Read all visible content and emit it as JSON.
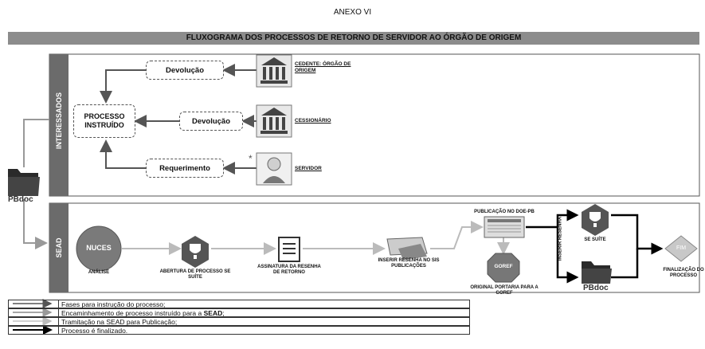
{
  "header": {
    "annex": "ANEXO VI",
    "title": "FLUXOGRAMA DOS PROCESSOS DE RETORNO DE SERVIDOR AO ÓRGÃO DE ORIGEM"
  },
  "lanes": {
    "interessados": "INTERESSADOS",
    "sead": "SEAD"
  },
  "interessados": {
    "process_box": "PROCESSO INSTRUÍDO",
    "devolucao_1": "Devolução",
    "devolucao_2": "Devolução",
    "requerimento": "Requerimento",
    "cedente": "CEDENTE: ÓRGÃO DE ORIGEM",
    "cessionario": "CESSIONÁRIO",
    "servidor": "SERVIDOR",
    "asterisk": "*"
  },
  "pbdoc": {
    "left": "PBdoc",
    "right": "PBdoc"
  },
  "sead": {
    "nuces": "NUCES",
    "analise": "ANÁLISE",
    "abertura": "ABERTURA DE PROCESSO SE SUÍTE",
    "assinatura": "ASSINATURA DA RESENHA DE RETORNO",
    "inserir_sis": "INSERIR RESENHA NO SIS PUBLICAÇÕES",
    "publicacao": "PUBLICAÇÃO NO DOE-PB",
    "goref": "GOREF",
    "original": "ORIGINAL PORTARIA PARA A GOREF",
    "inserir_vertical": "INSERIR RESENHA",
    "se_suite": "SE SUÍTE",
    "fim": "FIM",
    "finalizacao": "FINALIZAÇÃO DO PROCESSO"
  },
  "legend": [
    {
      "style": "thin-dark",
      "text": "Fases para instrução do processo;"
    },
    {
      "style": "thin-gray",
      "text_pre": "Encaminhamento de processo instruído para a ",
      "text_bold": "SEAD",
      "text_post": ";"
    },
    {
      "style": "light-gray",
      "text": "Tramitação na SEAD para Publicação;"
    },
    {
      "style": "thick-black",
      "text": "Processo é finalizado."
    }
  ],
  "colors": {
    "banner": "#8c8c8c",
    "lane_header": "#6b6b6b",
    "flow_dark": "#555555",
    "flow_gray": "#8a8a8a",
    "flow_light": "#bdbdbd",
    "finish": "#000000"
  }
}
